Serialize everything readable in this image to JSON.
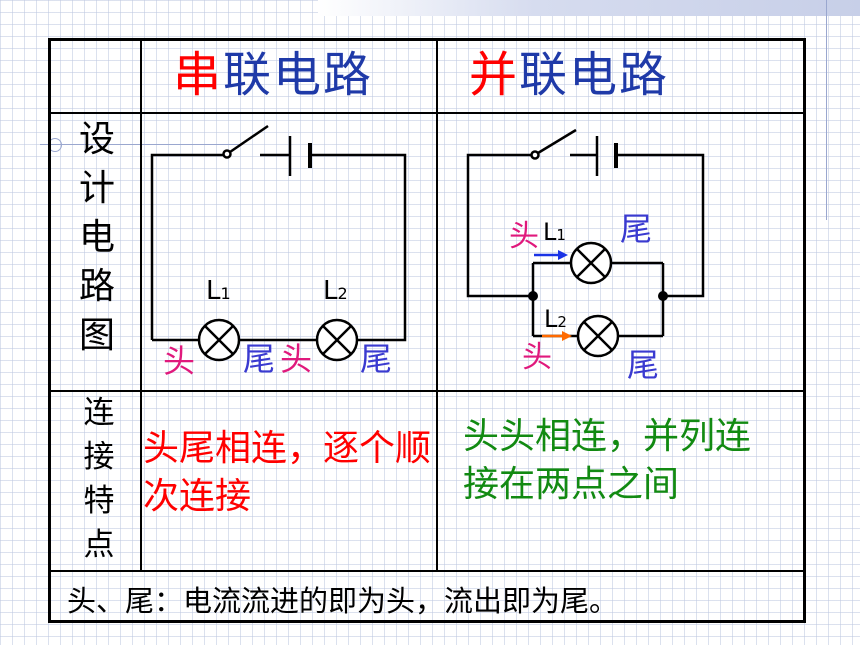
{
  "header": {
    "series": {
      "first_char": "串",
      "rest": "联电路"
    },
    "parallel": {
      "first_char": "并",
      "rest": "联电路"
    }
  },
  "rows": {
    "design": {
      "label": "设计电路图"
    },
    "connect": {
      "label": "连接特点"
    }
  },
  "series_circuit": {
    "lamp1": {
      "L": "L",
      "sub": "1"
    },
    "lamp2": {
      "L": "L",
      "sub": "2"
    },
    "lamp1_head": "头",
    "lamp1_tail": "尾",
    "lamp2_head": "头",
    "lamp2_tail": "尾"
  },
  "parallel_circuit": {
    "lamp1": {
      "L": "L",
      "sub": "1"
    },
    "lamp2": {
      "L": "L",
      "sub": "2"
    },
    "lamp1_head": "头",
    "lamp1_tail": "尾",
    "lamp2_head": "头",
    "lamp2_tail": "尾"
  },
  "features": {
    "series": "头尾相连，逐个顺次连接",
    "parallel": "头头相连，并列连接在两点之间"
  },
  "footer": "头、尾：电流流进的即为头，流出即为尾。",
  "colors": {
    "title_blue": "#1f3aa8",
    "title_red": "#ff0000",
    "head_magenta": "#e0197c",
    "tail_blue": "#3a3ad0",
    "series_feature_red": "#ff0000",
    "parallel_feature_green": "#128a12",
    "arrow_blue": "#1a33e6",
    "arrow_orange": "#ff6a00"
  }
}
